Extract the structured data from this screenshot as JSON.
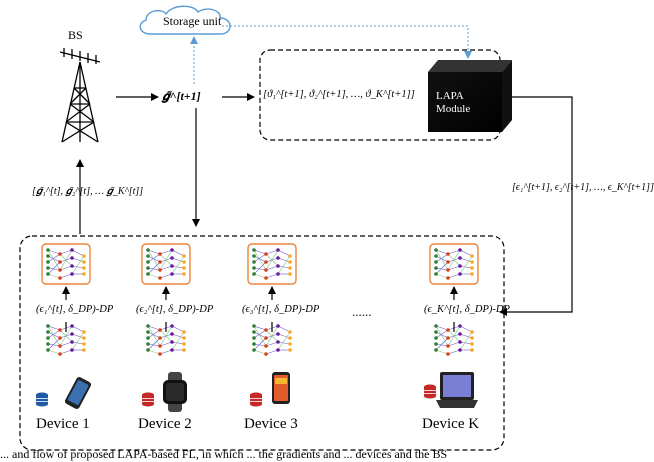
{
  "bs": {
    "label": "BS"
  },
  "storage": {
    "label": "Storage unit"
  },
  "aggregate": {
    "label": "𝒈̃^[t+1]"
  },
  "upload": {
    "label": "[𝒈̃₁^[t], 𝒈̃₂^[t], … 𝒈̃_K^[t]]"
  },
  "thetas": {
    "label": "[ϑ₁^[t+1], ϑ₂^[t+1], …, ϑ_K^[t+1]]"
  },
  "lapa": {
    "line1": "LAPA",
    "line2": "Module"
  },
  "epsilons": {
    "label": "[ϵ₁^[t+1], ϵ₂^[t+1], …, ϵ_K^[t+1]]"
  },
  "devices": [
    {
      "name": "Device 1",
      "dp": "(ϵ₁^[t], δ_DP)-DP"
    },
    {
      "name": "Device 2",
      "dp": "(ϵ₂^[t], δ_DP)-DP"
    },
    {
      "name": "Device 3",
      "dp": "(ϵ₃^[t], δ_DP)-DP"
    },
    {
      "name": "Device K",
      "dp": "(ϵ_K^[t], δ_DP)-DP"
    }
  ],
  "ellipsis": "......",
  "caption": "... and flow of proposed LAPA-based FL, in which ... the gradients and ... devices and the BS"
}
